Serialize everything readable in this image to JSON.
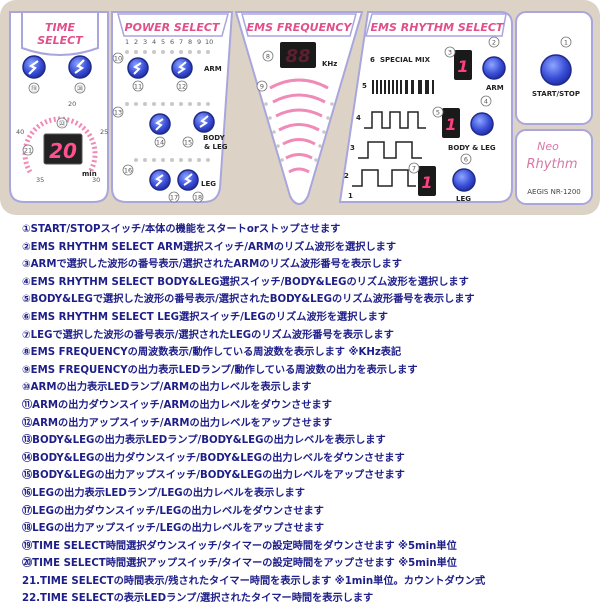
{
  "panel": {
    "time_select": {
      "title_line1": "TIME",
      "title_line2": "SELECT",
      "display": "20",
      "unit": "min",
      "scale": [
        "20",
        "25",
        "30",
        "35",
        "40"
      ],
      "callouts": [
        "⑲",
        "⑳",
        "㉒",
        "21"
      ]
    },
    "power_select": {
      "title": "POWER SELECT",
      "levels": [
        "1",
        "2",
        "3",
        "4",
        "5",
        "6",
        "7",
        "8",
        "9",
        "10"
      ],
      "arm": "ARM",
      "body_leg_line1": "BODY",
      "body_leg_line2": "& LEG",
      "leg": "LEG",
      "callouts": [
        "10",
        "11",
        "12",
        "13",
        "14",
        "15",
        "16",
        "17",
        "18"
      ]
    },
    "ems_frequency": {
      "title": "EMS FREQUENCY",
      "display": "88",
      "unit": "KHz",
      "callouts": [
        "8",
        "9"
      ]
    },
    "rhythm_select": {
      "title": "EMS RHYTHM SELECT",
      "special": "SPECIAL MIX",
      "rows": [
        "6",
        "5",
        "4",
        "3",
        "2",
        "1"
      ],
      "displays": [
        "1",
        "1",
        "1"
      ],
      "arm": "ARM",
      "body_leg": "BODY & LEG",
      "leg": "LEG",
      "callouts": [
        "2",
        "3",
        "4",
        "5",
        "6",
        "7"
      ]
    },
    "start_stop": {
      "label": "START/STOP",
      "callout": "1"
    },
    "brand": {
      "line1": "Neo",
      "line2": "Rhythm",
      "model": "AEGIS NR-1200"
    }
  },
  "descriptions": [
    "①START/STOPスイッチ/本体の機能をスタートorストップさせます",
    "②EMS RHYTHM SELECT ARM選択スイッチ/ARMのリズム波形を選択します",
    "③ARMで選択した波形の番号表示/選択されたARMのリズム波形番号を表示します",
    "④EMS RHYTHM SELECT BODY&LEG選択スイッチ/BODY&LEGのリズム波形を選択します",
    "⑤BODY&LEGで選択した波形の番号表示/選択されたBODY&LEGのリズム波形番号を表示します",
    "⑥EMS RHYTHM SELECT LEG選択スイッチ/LEGのリズム波形を選択します",
    "⑦LEGで選択した波形の番号表示/選択されたLEGのリズム波形番号を表示します",
    "⑧EMS FREQUENCYの周波数表示/動作している周波数を表示します ※KHz表記",
    "⑨EMS FREQUENCYの出力表示LEDランプ/動作している周波数の出力を表示します",
    "⑩ARMの出力表示LEDランプ/ARMの出力レベルを表示します",
    "⑪ARMの出力ダウンスイッチ/ARMの出力レベルをダウンさせます",
    "⑫ARMの出力アップスイッチ/ARMの出力レベルをアップさせます",
    "⑬BODY&LEGの出力表示LEDランプ/BODY&LEGの出力レベルを表示します",
    "⑭BODY&LEGの出力ダウンスイッチ/BODY&LEGの出力レベルをダウンさせます",
    "⑮BODY&LEGの出力アップスイッチ/BODY&LEGの出力レベルをアップさせます",
    "⑯LEGの出力表示LEDランプ/LEGの出力レベルを表示します",
    "⑰LEGの出力ダウンスイッチ/LEGの出力レベルをダウンさせます",
    "⑱LEGの出力アップスイッチ/LEGの出力レベルをアップさせます",
    "⑲TIME SELECT時間選択ダウンスイッチ/タイマーの設定時間をダウンさせます ※5min単位",
    "⑳TIME SELECT時間選択アップスイッチ/タイマーの設定時間をアップさせます ※5min単位",
    "21.TIME SELECTの時間表示/残されたタイマー時間を表示します ※1min単位。カウントダウン式",
    "22.TIME SELECTの表示LEDランプ/選択されたタイマー時間を表示します"
  ]
}
